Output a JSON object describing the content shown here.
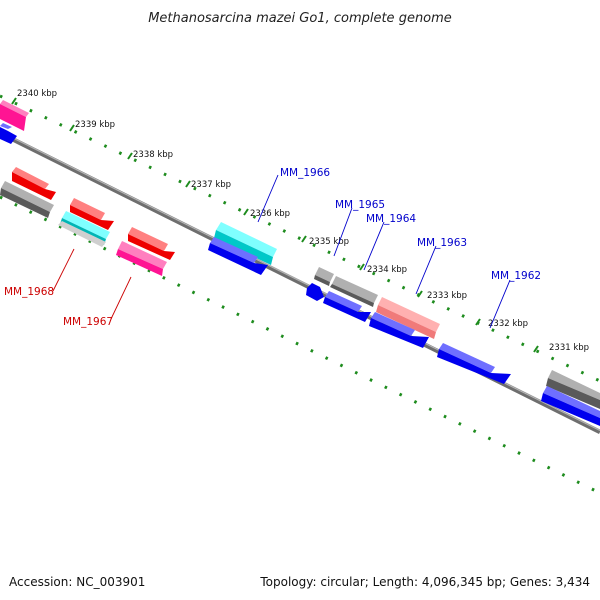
{
  "title": "Methanosarcina mazei Go1, complete genome",
  "footer": {
    "accession": "Accession: NC_003901",
    "summary": "Topology: circular; Length: 4,096,345 bp; Genes: 3,434"
  },
  "colors": {
    "backbone": "#8a8a8a",
    "tick": "#1e8c1e",
    "blue_label": "#0000cc",
    "red_label": "#cc0000"
  },
  "kbp_labels": [
    "2340 kbp",
    "2339 kbp",
    "2338 kbp",
    "2337 kbp",
    "2336 kbp",
    "2335 kbp",
    "2334 kbp",
    "2333 kbp",
    "2332 kbp",
    "2331 kbp"
  ],
  "gene_labels": {
    "mm1966": "MM_1966",
    "mm1965": "MM_1965",
    "mm1964": "MM_1964",
    "mm1963": "MM_1963",
    "mm1962": "MM_1962",
    "mm1968": "MM_1968",
    "mm1967": "MM_1967"
  }
}
